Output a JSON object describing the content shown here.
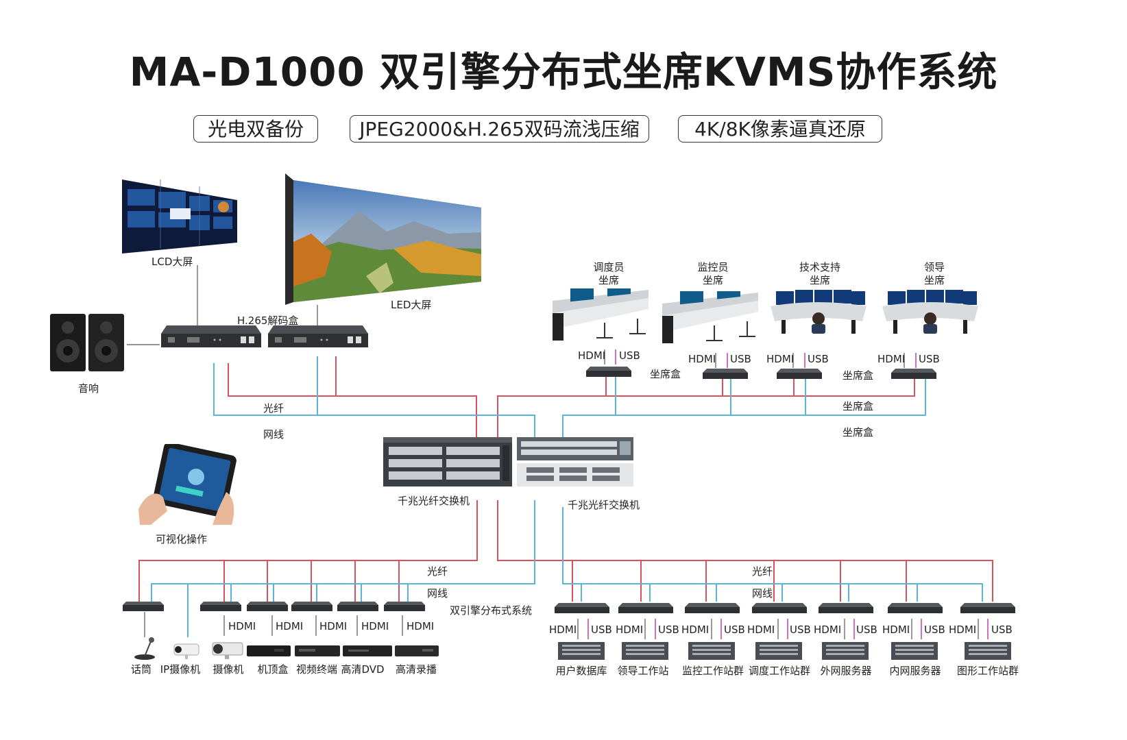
{
  "title": "MA-D1000 双引擎分布式坐席KVMS协作系统",
  "badges": [
    "光电双备份",
    "JPEG2000&H.265双码流浅压缩",
    "4K/8K像素逼真还原"
  ],
  "displays": {
    "lcd": "LCD大屏",
    "led": "LED大屏"
  },
  "decoder": "H.265解码盒",
  "speaker": "音响",
  "tablet": "可视化操作",
  "seats": [
    {
      "name": "调度员\n坐席"
    },
    {
      "name": "监控员\n坐席"
    },
    {
      "name": "技术支持\n坐席"
    },
    {
      "name": "领导\n坐席"
    }
  ],
  "port_labels": {
    "hdmi": "HDMI",
    "usb": "USB"
  },
  "seat_box": "坐席盒",
  "cables": {
    "fiber": "光纤",
    "network": "网线"
  },
  "switch": "千兆光纤交换机",
  "system": "双引擎分布式系统",
  "bottom_left_devices": [
    "话筒",
    "IP摄像机",
    "摄像机",
    "机顶盒",
    "视频终端",
    "高清DVD",
    "高清录播"
  ],
  "bottom_right_devices": [
    "用户数据库",
    "领导工作站",
    "监控工作站群",
    "调度工作站群",
    "外网服务器",
    "内网服务器",
    "图形工作站群"
  ],
  "colors": {
    "fiber": "#d9515d",
    "network": "#5bb5d8",
    "usb_mark": "#c23fb0"
  }
}
